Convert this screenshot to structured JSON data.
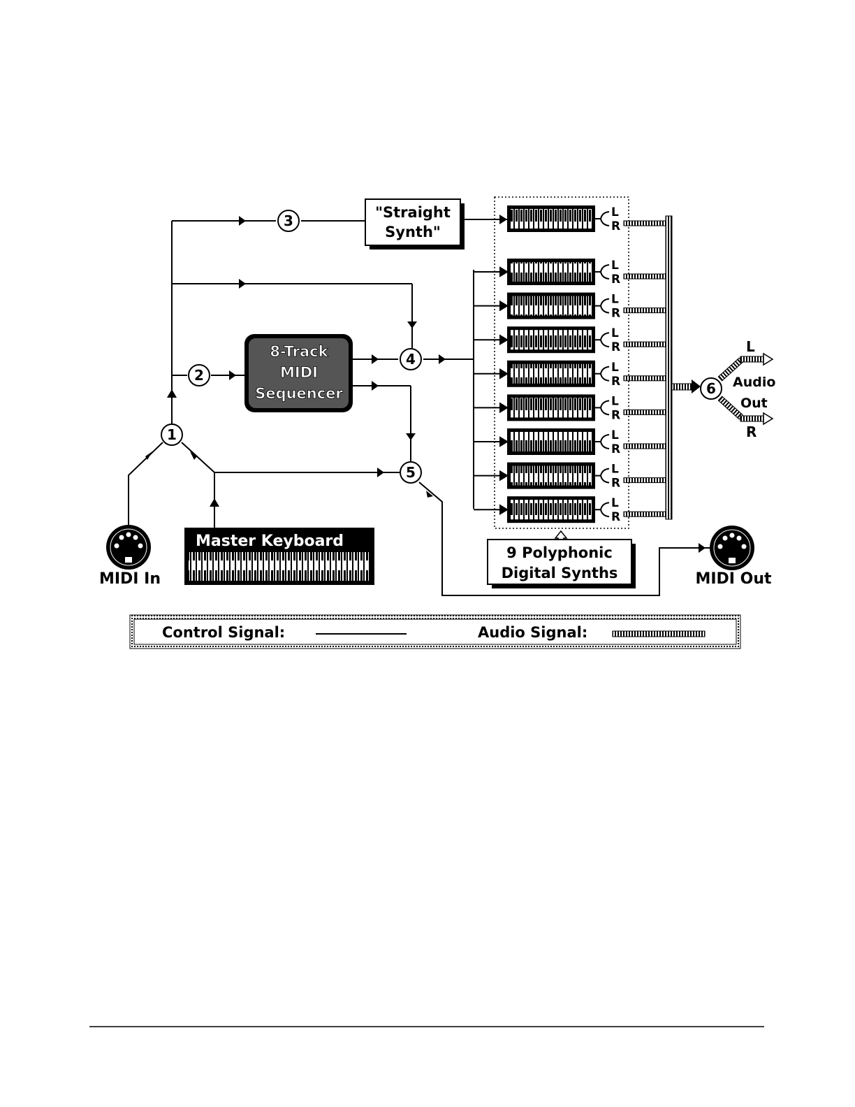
{
  "nodes": {
    "straight_synth": [
      "\"Straight",
      "Synth\""
    ],
    "sequencer": [
      "8-Track",
      "MIDI",
      "Sequencer"
    ],
    "master_keyboard": "Master Keyboard",
    "poly_synths": [
      "9 Polyphonic",
      "Digital Synths"
    ],
    "midi_in": "MIDI In",
    "midi_out": "MIDI Out",
    "audio_out": [
      "Audio",
      "Out"
    ],
    "audio_out_left": "L",
    "audio_out_right": "R"
  },
  "channel_labels": {
    "left": "L",
    "right": "R"
  },
  "junctions": [
    "1",
    "2",
    "3",
    "4",
    "5",
    "6"
  ],
  "legend": {
    "control_label": "Control Signal:",
    "audio_label": "Audio Signal:"
  },
  "synth_count": 9,
  "colors": {
    "ink": "#000000",
    "paper": "#ffffff",
    "sequencer_fill": "#555555"
  }
}
